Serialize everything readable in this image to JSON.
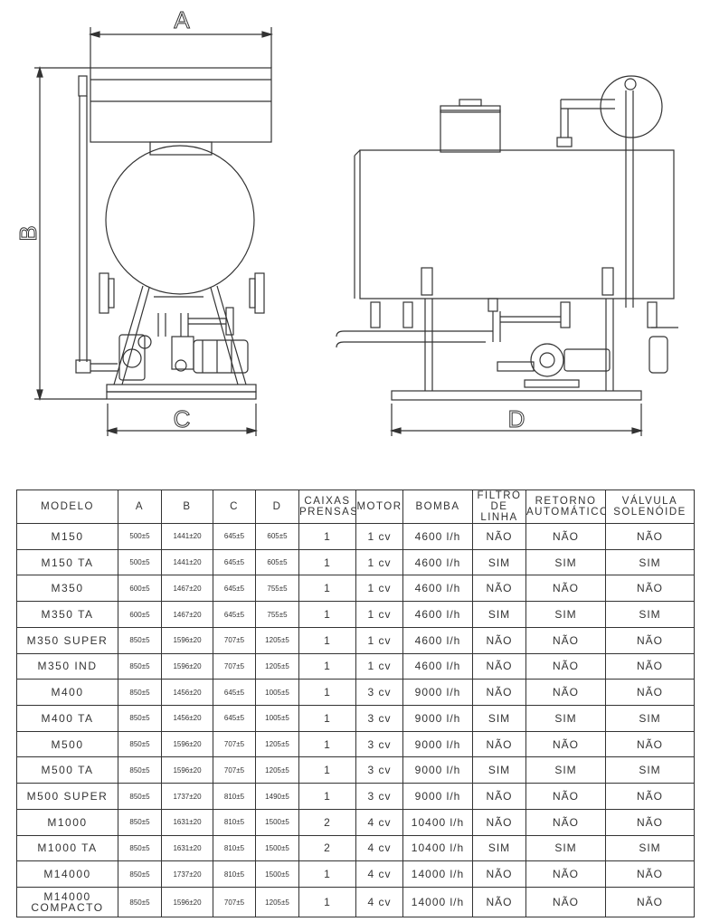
{
  "dimension_labels": {
    "A": "A",
    "B": "B",
    "C": "C",
    "D": "D"
  },
  "table": {
    "headers": [
      "MODELO",
      "A",
      "B",
      "C",
      "D",
      "CAIXAS PRENSAS",
      "MOTOR",
      "BOMBA",
      "FILTRO DE LINHA",
      "RETORNO AUTOMÁTICO",
      "VÁLVULA SOLENÓIDE"
    ],
    "rows": [
      [
        "M150",
        "500±5",
        "1441±20",
        "645±5",
        "605±5",
        "1",
        "1 cv",
        "4600 l/h",
        "NÃO",
        "NÃO",
        "NÃO"
      ],
      [
        "M150 TA",
        "500±5",
        "1441±20",
        "645±5",
        "605±5",
        "1",
        "1 cv",
        "4600 l/h",
        "SIM",
        "SIM",
        "SIM"
      ],
      [
        "M350",
        "600±5",
        "1467±20",
        "645±5",
        "755±5",
        "1",
        "1 cv",
        "4600 l/h",
        "NÃO",
        "NÃO",
        "NÃO"
      ],
      [
        "M350 TA",
        "600±5",
        "1467±20",
        "645±5",
        "755±5",
        "1",
        "1 cv",
        "4600 l/h",
        "SIM",
        "SIM",
        "SIM"
      ],
      [
        "M350 SUPER",
        "850±5",
        "1596±20",
        "707±5",
        "1205±5",
        "1",
        "1 cv",
        "4600 l/h",
        "NÃO",
        "NÃO",
        "NÃO"
      ],
      [
        "M350 IND",
        "850±5",
        "1596±20",
        "707±5",
        "1205±5",
        "1",
        "1 cv",
        "4600 l/h",
        "NÃO",
        "NÃO",
        "NÃO"
      ],
      [
        "M400",
        "850±5",
        "1456±20",
        "645±5",
        "1005±5",
        "1",
        "3 cv",
        "9000 l/h",
        "NÃO",
        "NÃO",
        "NÃO"
      ],
      [
        "M400 TA",
        "850±5",
        "1456±20",
        "645±5",
        "1005±5",
        "1",
        "3 cv",
        "9000 l/h",
        "SIM",
        "SIM",
        "SIM"
      ],
      [
        "M500",
        "850±5",
        "1596±20",
        "707±5",
        "1205±5",
        "1",
        "3 cv",
        "9000 l/h",
        "NÃO",
        "NÃO",
        "NÃO"
      ],
      [
        "M500 TA",
        "850±5",
        "1596±20",
        "707±5",
        "1205±5",
        "1",
        "3 cv",
        "9000 l/h",
        "SIM",
        "SIM",
        "SIM"
      ],
      [
        "M500 SUPER",
        "850±5",
        "1737±20",
        "810±5",
        "1490±5",
        "1",
        "3 cv",
        "9000 l/h",
        "NÃO",
        "NÃO",
        "NÃO"
      ],
      [
        "M1000",
        "850±5",
        "1631±20",
        "810±5",
        "1500±5",
        "2",
        "4 cv",
        "10400 l/h",
        "NÃO",
        "NÃO",
        "NÃO"
      ],
      [
        "M1000 TA",
        "850±5",
        "1631±20",
        "810±5",
        "1500±5",
        "2",
        "4 cv",
        "10400 l/h",
        "SIM",
        "SIM",
        "SIM"
      ],
      [
        "M14000",
        "850±5",
        "1737±20",
        "810±5",
        "1500±5",
        "1",
        "4 cv",
        "14000 l/h",
        "NÃO",
        "NÃO",
        "NÃO"
      ],
      [
        "M14000 COMPACTO",
        "850±5",
        "1596±20",
        "707±5",
        "1205±5",
        "1",
        "4 cv",
        "14000 l/h",
        "NÃO",
        "NÃO",
        "NÃO"
      ]
    ]
  }
}
